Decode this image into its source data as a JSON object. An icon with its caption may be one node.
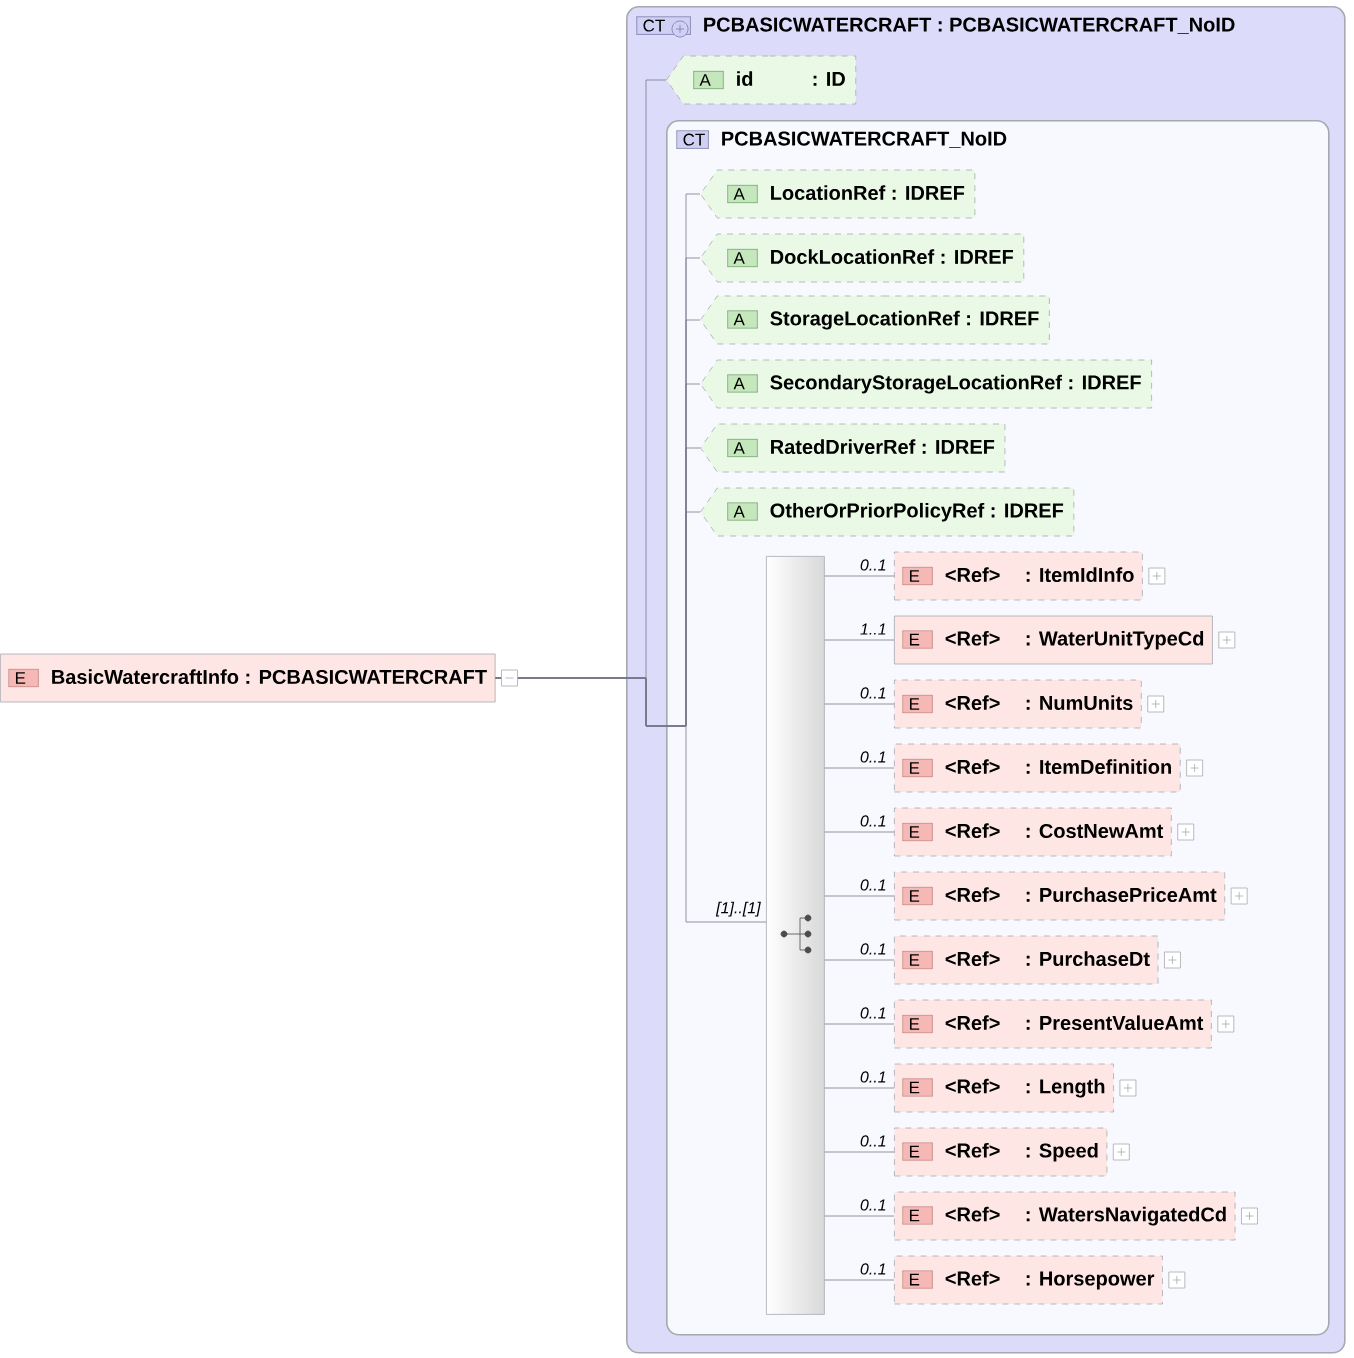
{
  "diagram": {
    "nodes": [
      {
        "text": [
          "E",
          "BasicWatercraftInfo : PCBASICWATERCRAFT"
        ]
      },
      {
        "text": [
          "CT",
          "PCBASICWATERCRAFT : PCBASICWATERCRAFT_NoID"
        ]
      },
      {
        "text": [
          "A",
          "id",
          ": ID"
        ],
        "in": 1
      },
      {
        "text": [
          "CT",
          "PCBASICWATERCRAFT_NoID"
        ],
        "in": 1
      },
      {
        "text": [
          "A",
          "LocationRef : IDREF"
        ],
        "in": 3
      },
      {
        "text": [
          "A",
          "DockLocationRef : IDREF"
        ],
        "in": 3
      },
      {
        "text": [
          "A",
          "StorageLocationRef : IDREF"
        ],
        "in": 3
      },
      {
        "text": [
          "A",
          "SecondaryStorageLocationRef : IDREF"
        ],
        "in": 3
      },
      {
        "text": [
          "A",
          "RatedDriverRef : IDREF"
        ],
        "in": 3
      },
      {
        "text": [
          "A",
          "OtherOrPriorPolicyRef : IDREF"
        ],
        "in": 3
      },
      {
        "text": [],
        "shape": "bar",
        "in": 3
      },
      {
        "text": [
          "E",
          "<Ref>",
          ": ItemIdInfo"
        ],
        "in": 3
      },
      {
        "text": [
          "E",
          "<Ref>",
          ": WaterUnitTypeCd"
        ],
        "in": 3
      },
      {
        "text": [
          "E",
          "<Ref>",
          ": NumUnits"
        ],
        "in": 3
      },
      {
        "text": [
          "E",
          "<Ref>",
          ": ItemDefinition"
        ],
        "in": 3
      },
      {
        "text": [
          "E",
          "<Ref>",
          ": CostNewAmt"
        ],
        "in": 3
      },
      {
        "text": [
          "E",
          "<Ref>",
          ": PurchasePriceAmt"
        ],
        "in": 3
      },
      {
        "text": [
          "E",
          "<Ref>",
          ": PurchaseDt"
        ],
        "in": 3
      },
      {
        "text": [
          "E",
          "<Ref>",
          ": PresentValueAmt"
        ],
        "in": 3
      },
      {
        "text": [
          "E",
          "<Ref>",
          ": Length"
        ],
        "in": 3
      },
      {
        "text": [
          "E",
          "<Ref>",
          ": Speed"
        ],
        "in": 3
      },
      {
        "text": [
          "E",
          "<Ref>",
          ": WatersNavigatedCd"
        ],
        "in": 3
      },
      {
        "text": [
          "E",
          "<Ref>",
          ": Horsepower"
        ],
        "in": 3
      }
    ],
    "edges": [
      {
        "from": 0,
        "to": 2,
        "arrow": "none"
      },
      {
        "from": 0,
        "to": 4,
        "arrow": "none"
      },
      {
        "from": 0,
        "to": 5,
        "arrow": "none"
      },
      {
        "from": 0,
        "to": 6,
        "arrow": "none"
      },
      {
        "from": 0,
        "to": 7,
        "arrow": "none"
      },
      {
        "from": 0,
        "to": 8,
        "arrow": "none"
      },
      {
        "from": 0,
        "to": 9,
        "arrow": "none"
      },
      {
        "from": 0,
        "to": 10,
        "arrow": "none",
        "label": "[1]..[1]"
      },
      {
        "from": 10,
        "to": 11,
        "arrow": "none",
        "label": "0..1"
      },
      {
        "from": 10,
        "to": 12,
        "arrow": "none",
        "label": "1..1"
      },
      {
        "from": 10,
        "to": 13,
        "arrow": "none",
        "label": "0..1"
      },
      {
        "from": 10,
        "to": 14,
        "arrow": "none",
        "label": "0..1"
      },
      {
        "from": 10,
        "to": 15,
        "arrow": "none",
        "label": "0..1"
      },
      {
        "from": 10,
        "to": 16,
        "arrow": "none",
        "label": "0..1"
      },
      {
        "from": 10,
        "to": 17,
        "arrow": "none",
        "label": "0..1"
      },
      {
        "from": 10,
        "to": 18,
        "arrow": "none",
        "label": "0..1"
      },
      {
        "from": 10,
        "to": 19,
        "arrow": "none",
        "label": "0..1"
      },
      {
        "from": 10,
        "to": 20,
        "arrow": "none",
        "label": "0..1"
      },
      {
        "from": 10,
        "to": 21,
        "arrow": "none",
        "label": "0..1"
      },
      {
        "from": 10,
        "to": 22,
        "arrow": "none",
        "label": "0..1"
      }
    ]
  }
}
